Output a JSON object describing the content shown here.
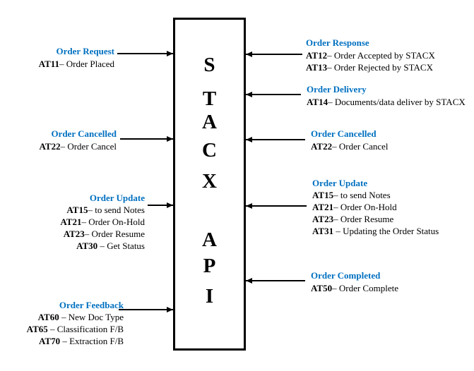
{
  "colors": {
    "title_blue": "#0070C0",
    "text": "#000000",
    "box_border": "#000000",
    "background": "#FFFFFF"
  },
  "box": {
    "label": "STACX API",
    "word1": [
      "S",
      "T",
      "A",
      "C",
      "X"
    ],
    "word2": [
      "A",
      "P",
      "I"
    ]
  },
  "left_blocks": [
    {
      "title": "Order Request",
      "lines": [
        {
          "code": "AT11",
          "desc": "– Order Placed"
        }
      ]
    },
    {
      "title": "Order Cancelled",
      "lines": [
        {
          "code": "AT22",
          "desc": "– Order Cancel"
        }
      ]
    },
    {
      "title": "Order Update",
      "lines": [
        {
          "code": "AT15",
          "desc": "– to send Notes"
        },
        {
          "code": "AT21",
          "desc": "– Order On-Hold"
        },
        {
          "code": "AT23",
          "desc": "– Order Resume"
        },
        {
          "code": "AT30",
          "desc": " – Get Status"
        }
      ]
    },
    {
      "title": "Order Feedback",
      "lines": [
        {
          "code": "AT60",
          "desc": " – New Doc Type"
        },
        {
          "code": "AT65",
          "desc": " – Classification F/B"
        },
        {
          "code": "AT70",
          "desc": " – Extraction F/B"
        }
      ]
    }
  ],
  "right_blocks": [
    {
      "title": "Order Response",
      "lines": [
        {
          "code": "AT12",
          "desc": "– Order Accepted by STACX"
        },
        {
          "code": "AT13",
          "desc": "– Order Rejected by STACX"
        }
      ]
    },
    {
      "title": "Order Delivery",
      "lines": [
        {
          "code": "AT14",
          "desc": "– Documents/data deliver by STACX"
        }
      ]
    },
    {
      "title": "Order Cancelled",
      "lines": [
        {
          "code": "AT22",
          "desc": "– Order Cancel"
        }
      ]
    },
    {
      "title": "Order Update",
      "lines": [
        {
          "code": "AT15",
          "desc": "– to send Notes"
        },
        {
          "code": "AT21",
          "desc": "– Order On-Hold"
        },
        {
          "code": "AT23",
          "desc": "– Order Resume"
        },
        {
          "code": "AT31",
          "desc": " – Updating the Order Status"
        }
      ]
    },
    {
      "title": "Order Completed",
      "lines": [
        {
          "code": "AT50",
          "desc": "– Order Complete"
        }
      ]
    }
  ]
}
